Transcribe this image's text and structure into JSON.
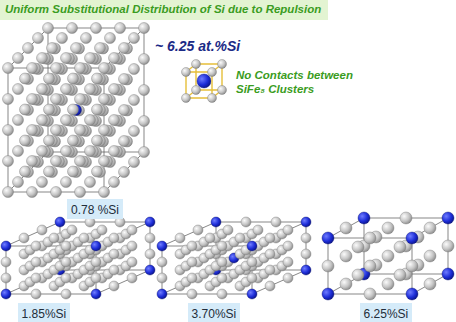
{
  "diagram": {
    "title": "Uniform Substitutional Distribution of Si due to Repulsion",
    "nodes": [
      {
        "text": [
          "0.78 %Si"
        ]
      },
      {
        "text": [
          "1.85%Si"
        ]
      },
      {
        "text": [
          "3.70%Si"
        ]
      },
      {
        "text": [
          "6.25%Si"
        ]
      }
    ],
    "labels": [
      "~ 6.25 at.%Si",
      "No Contacts between SiFe₈ Clusters"
    ]
  }
}
